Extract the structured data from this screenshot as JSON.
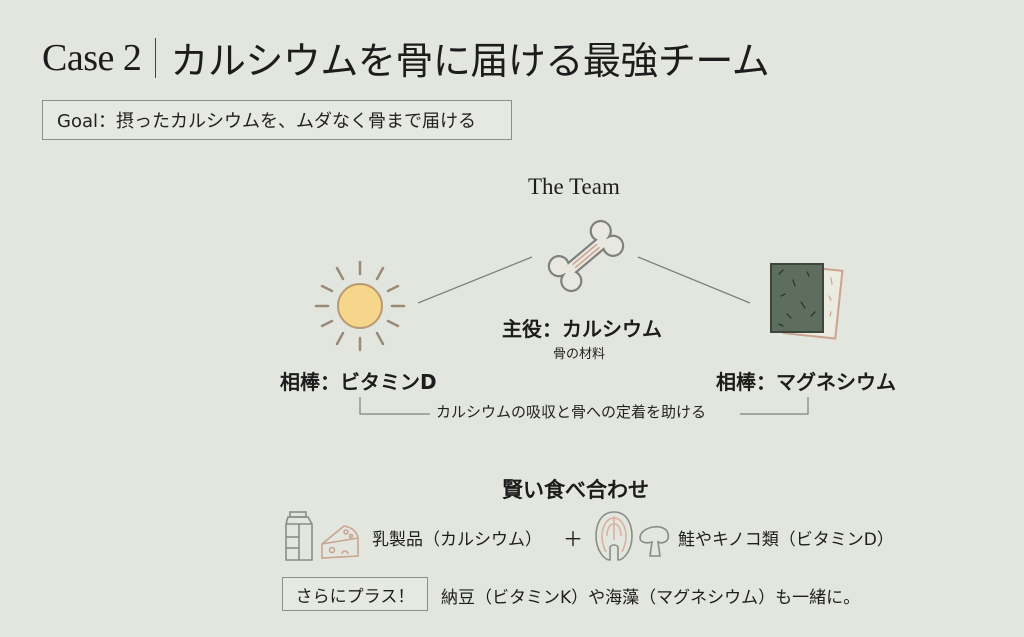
{
  "header": {
    "case_label": "Case 2",
    "title": "カルシウムを骨に届ける最強チーム"
  },
  "goal": {
    "text": "Goal：摂ったカルシウムを、ムダなく骨まで届ける"
  },
  "team": {
    "title": "The Team",
    "main": {
      "icon": "bone-icon",
      "label": "主役：カルシウム",
      "sublabel": "骨の材料"
    },
    "partner_left": {
      "icon": "sun-icon",
      "label": "相棒：ビタミンD"
    },
    "partner_right": {
      "icon": "seaweed-icon",
      "label": "相棒：マグネシウム"
    },
    "support_text": "カルシウムの吸収と骨への定着を助ける"
  },
  "combination": {
    "title": "賢い食べ合わせ",
    "left_icons": [
      "milk-carton-icon",
      "cheese-icon"
    ],
    "left_text": "乳製品（カルシウム）",
    "operator": "＋",
    "right_icons": [
      "salmon-icon",
      "mushroom-icon"
    ],
    "right_text": "鮭やキノコ類（ビタミンD）"
  },
  "extra": {
    "badge": "さらにプラス！",
    "text": "納豆（ビタミンK）や海藻（マグネシウム）も一緒に。"
  },
  "colors": {
    "background": "#e3e6de",
    "sun_fill": "#f5d68a",
    "line_gray": "#7f827c",
    "accent_brown": "#c9a48f",
    "seaweed_green": "#5e6e5e"
  }
}
